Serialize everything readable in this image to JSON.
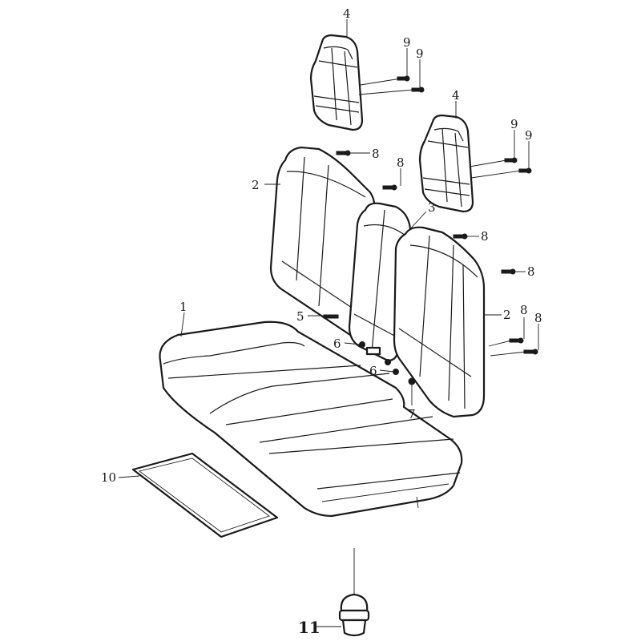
{
  "callouts": [
    {
      "id": "c1",
      "label": "1"
    },
    {
      "id": "c2a",
      "label": "2"
    },
    {
      "id": "c2b",
      "label": "2"
    },
    {
      "id": "c3",
      "label": "3"
    },
    {
      "id": "c4a",
      "label": "4"
    },
    {
      "id": "c4b",
      "label": "4"
    },
    {
      "id": "c5",
      "label": "5"
    },
    {
      "id": "c6a",
      "label": "6"
    },
    {
      "id": "c6b",
      "label": "6"
    },
    {
      "id": "c7",
      "label": "7"
    },
    {
      "id": "c8a",
      "label": "8"
    },
    {
      "id": "c8b",
      "label": "8"
    },
    {
      "id": "c8c",
      "label": "8"
    },
    {
      "id": "c8d",
      "label": "8"
    },
    {
      "id": "c8e",
      "label": "8"
    },
    {
      "id": "c8f",
      "label": "8"
    },
    {
      "id": "c9a",
      "label": "9"
    },
    {
      "id": "c9b",
      "label": "9"
    },
    {
      "id": "c9c",
      "label": "9"
    },
    {
      "id": "c9d",
      "label": "9"
    },
    {
      "id": "c10",
      "label": "10"
    },
    {
      "id": "c11",
      "label": "11"
    }
  ]
}
